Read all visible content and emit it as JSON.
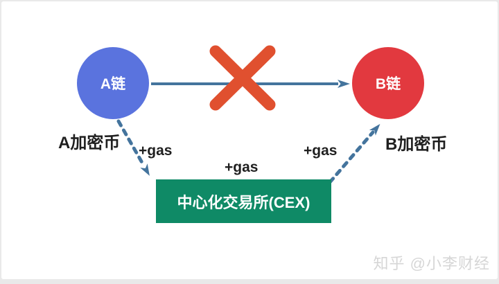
{
  "diagram": {
    "nodes": {
      "chain_a": {
        "label": "A链",
        "color": "#5a73de"
      },
      "chain_b": {
        "label": "B链",
        "color": "#e2393f"
      },
      "cex": {
        "label": "中心化交易所(CEX)",
        "color": "#0f8a66"
      }
    },
    "labels": {
      "a_coin": "A加密币",
      "b_coin": "B加密币",
      "gas_left": "+gas",
      "gas_middle": "+gas",
      "gas_right": "+gas"
    },
    "connectors": {
      "direct_arrow_color": "#44749d",
      "dashed_arrow_color": "#44749d",
      "blocked_x_color": "#e0502f"
    }
  },
  "watermark": {
    "text": "知乎 @小李财经",
    "color": "#d6d6d6"
  }
}
